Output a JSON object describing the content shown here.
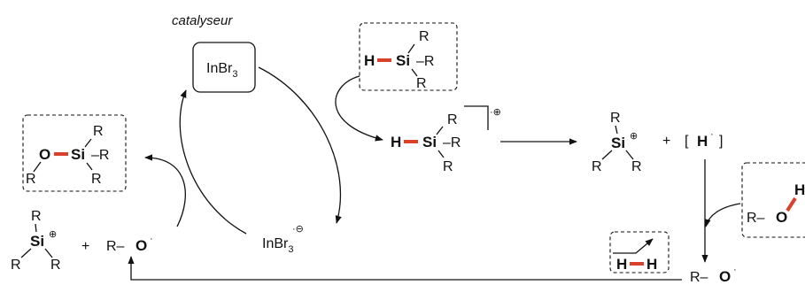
{
  "catalyst_caption": "catalyseur",
  "atoms": {
    "H": "H",
    "Si": "Si",
    "R": "R",
    "O": "O",
    "dash_R": "–R",
    "R_dash": "R–",
    "In": "InBr",
    "sub3": "3"
  },
  "charges": {
    "plus": "⊕",
    "minus": "⊖",
    "radical": "·",
    "rad_plus": "·⊕",
    "rad_minus": "·⊖"
  },
  "operators": {
    "plus": "+"
  },
  "bracket": {
    "left": "[",
    "right": "]",
    "content": "H"
  },
  "colors": {
    "highlight_bond": "#d9412c",
    "ink": "#111111"
  }
}
